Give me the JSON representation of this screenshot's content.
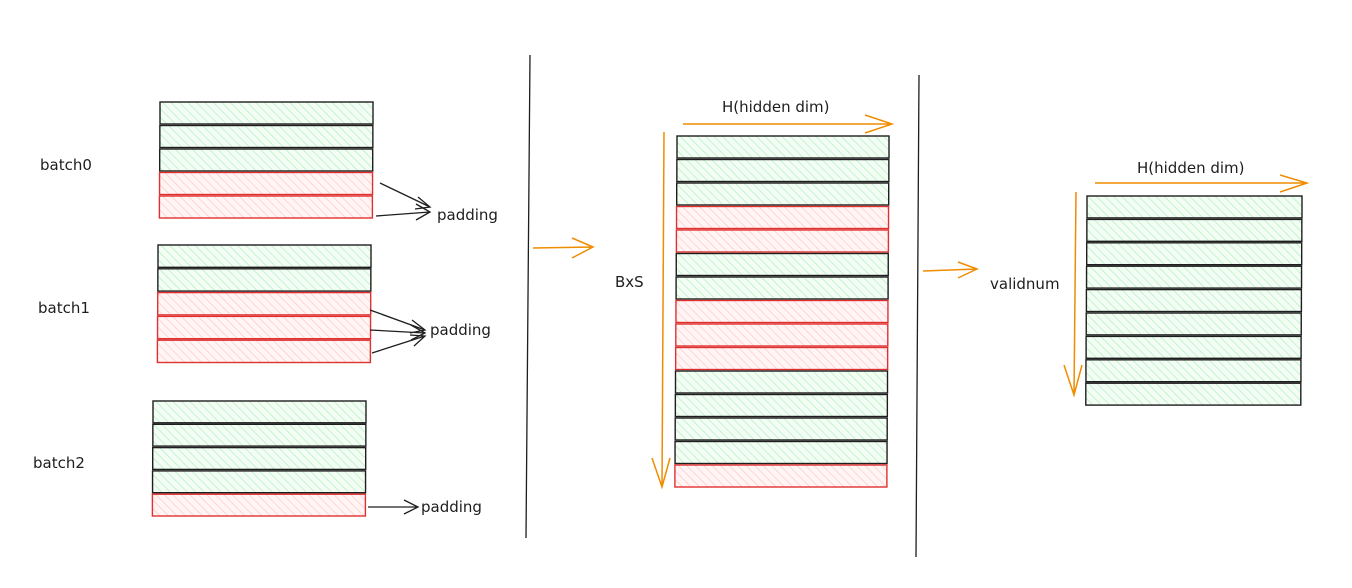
{
  "colors": {
    "valid_fill": "#b2f2bb",
    "valid_stroke": "#1e1e1e",
    "padding_fill": "#ffc9c9",
    "padding_stroke": "#e03131",
    "arrow_orange": "#f08c00",
    "ink": "#1e1e1e"
  },
  "batches": [
    {
      "label": "batch0",
      "padding_label": "padding",
      "rows": [
        "valid",
        "valid",
        "valid",
        "padding",
        "padding"
      ]
    },
    {
      "label": "batch1",
      "padding_label": "padding",
      "rows": [
        "valid",
        "valid",
        "padding",
        "padding",
        "padding"
      ]
    },
    {
      "label": "batch2",
      "padding_label": "padding",
      "rows": [
        "valid",
        "valid",
        "valid",
        "valid",
        "padding"
      ]
    }
  ],
  "padded": {
    "h_label": "H(hidden dim)",
    "v_label": "BxS",
    "rows": [
      "valid",
      "valid",
      "valid",
      "padding",
      "padding",
      "valid",
      "valid",
      "padding",
      "padding",
      "padding",
      "valid",
      "valid",
      "valid",
      "valid",
      "padding"
    ]
  },
  "packed": {
    "h_label": "H(hidden dim)",
    "v_label": "validnum",
    "rows": [
      "valid",
      "valid",
      "valid",
      "valid",
      "valid",
      "valid",
      "valid",
      "valid",
      "valid"
    ]
  }
}
